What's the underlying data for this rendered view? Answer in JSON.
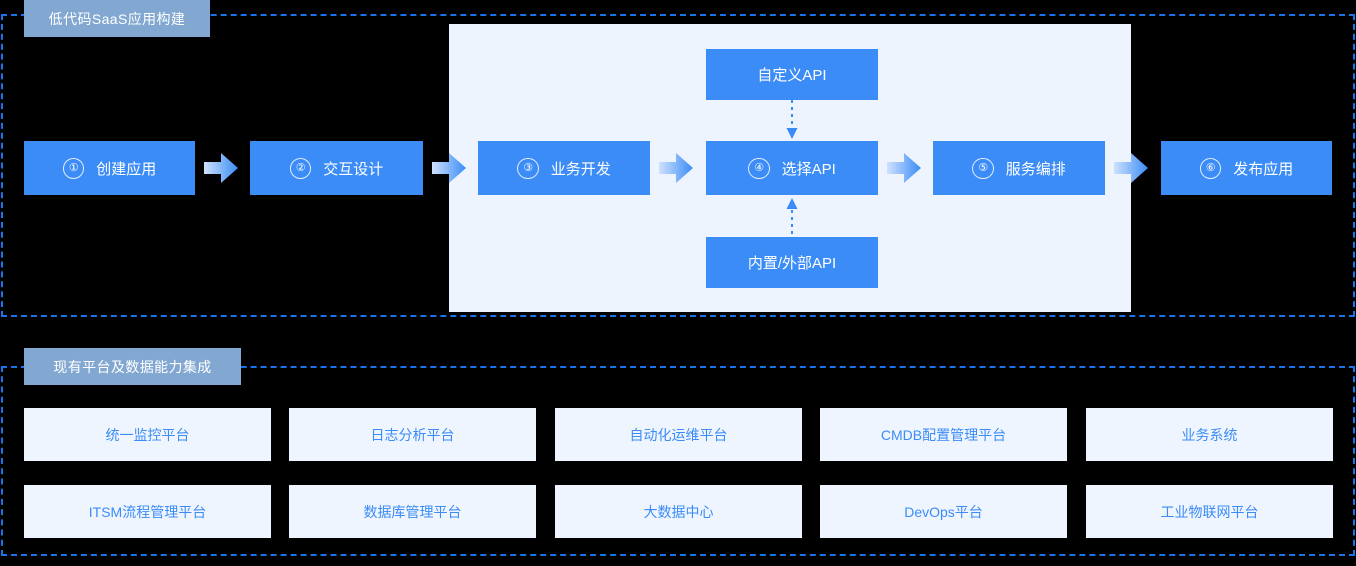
{
  "colors": {
    "background": "#000000",
    "dashed_border": "#1a73e8",
    "tag_bg": "#82a8d2",
    "step_blue": "#3b8cf7",
    "panel_bg": "#eef4fd",
    "card_bg": "#eff5fe",
    "card_text": "#3b8cf7",
    "white": "#ffffff"
  },
  "top_section": {
    "tag_label": "低代码SaaS应用构建",
    "steps": [
      {
        "num": "①",
        "label": "创建应用"
      },
      {
        "num": "②",
        "label": "交互设计"
      },
      {
        "num": "③",
        "label": "业务开发"
      },
      {
        "num": "④",
        "label": "选择API"
      },
      {
        "num": "⑤",
        "label": "服务编排"
      },
      {
        "num": "⑥",
        "label": "发布应用"
      }
    ],
    "api_boxes": [
      {
        "label": "自定义API",
        "position": "above"
      },
      {
        "label": "内置/外部API",
        "position": "below"
      }
    ],
    "arrow_icons": [
      "arrow-right-icon",
      "arrow-right-icon",
      "arrow-right-icon",
      "arrow-right-icon",
      "arrow-right-icon"
    ],
    "vertical_arrows": [
      {
        "icon": "dotted-arrow-down-icon",
        "from": "自定义API",
        "to": "选择API"
      },
      {
        "icon": "dotted-arrow-up-icon",
        "from": "内置/外部API",
        "to": "选择API"
      }
    ]
  },
  "bottom_section": {
    "tag_label": "现有平台及数据能力集成",
    "rows": [
      [
        "统一监控平台",
        "日志分析平台",
        "自动化运维平台",
        "CMDB配置管理平台",
        "业务系统"
      ],
      [
        "ITSM流程管理平台",
        "数据库管理平台",
        "大数据中心",
        "DevOps平台",
        "工业物联网平台"
      ]
    ]
  }
}
